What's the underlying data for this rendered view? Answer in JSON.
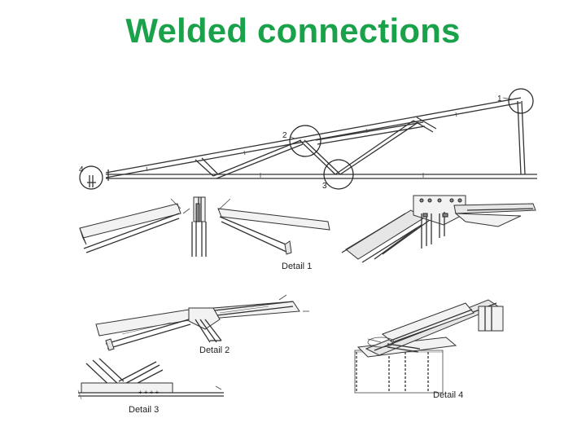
{
  "title": "Welded connections",
  "node_labels": [
    "1",
    "2",
    "3",
    "4"
  ],
  "detail_labels": {
    "d1": "Detail 1",
    "d2": "Detail 2",
    "d3": "Detail 3",
    "d4": "Detail 4"
  }
}
